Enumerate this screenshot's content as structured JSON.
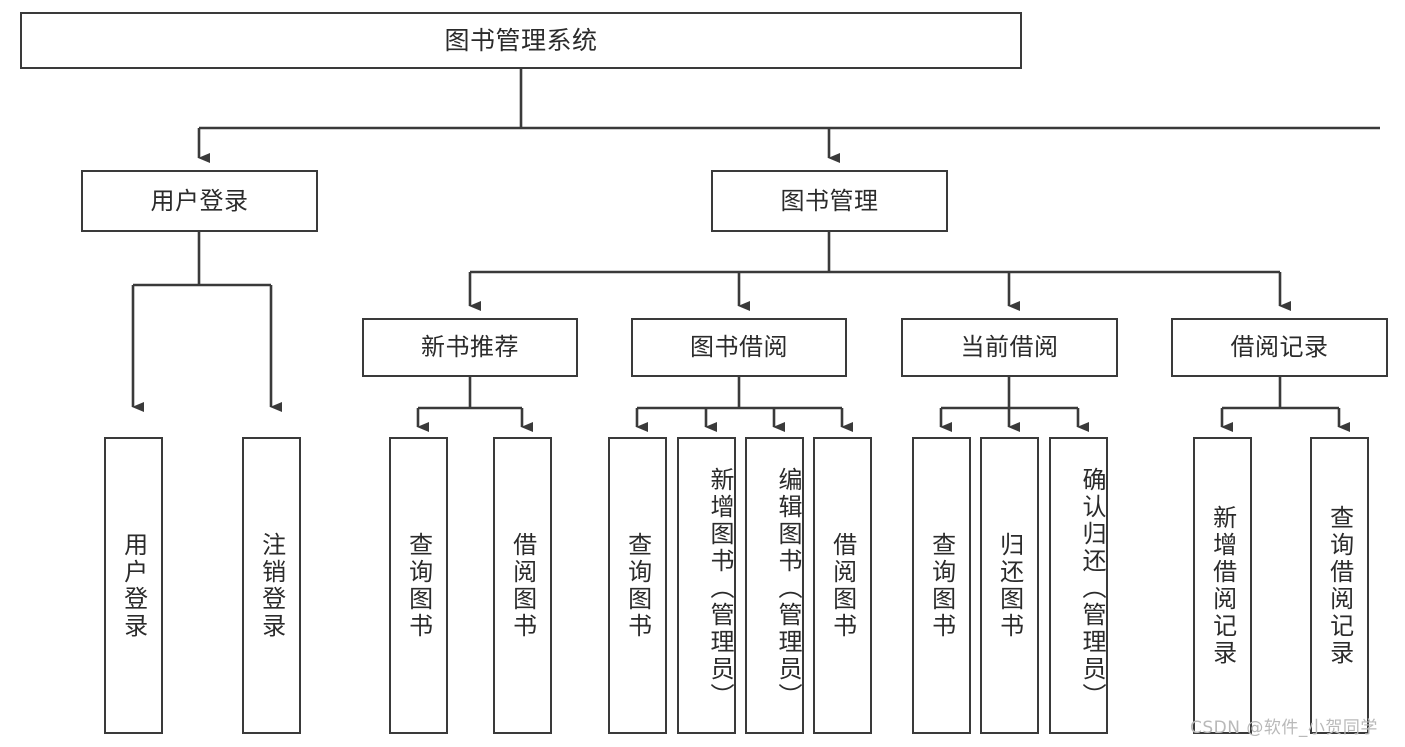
{
  "diagram": {
    "title": "图书管理系统",
    "type": "tree-hierarchy",
    "levels": 4,
    "root": {
      "label": "图书管理系统"
    },
    "level2": [
      {
        "label": "用户登录"
      },
      {
        "label": "图书管理"
      }
    ],
    "level3": [
      {
        "label": "新书推荐"
      },
      {
        "label": "图书借阅"
      },
      {
        "label": "当前借阅"
      },
      {
        "label": "借阅记录"
      }
    ],
    "leaves": {
      "user_login": [
        {
          "label": "用户登录"
        },
        {
          "label": "注销登录"
        }
      ],
      "new_book_recommend": [
        {
          "label": "查询图书"
        },
        {
          "label": "借阅图书"
        }
      ],
      "book_borrow": [
        {
          "label": "查询图书"
        },
        {
          "label": "新增图书（管理员）"
        },
        {
          "label": "编辑图书（管理员）"
        },
        {
          "label": "借阅图书"
        }
      ],
      "current_borrow": [
        {
          "label": "查询图书"
        },
        {
          "label": "归还图书"
        },
        {
          "label": "确认归还（管理员）"
        }
      ],
      "borrow_record": [
        {
          "label": "新增借阅记录"
        },
        {
          "label": "查询借阅记录"
        }
      ]
    }
  },
  "watermark": {
    "text": "CSDN @软件_小贺同学"
  },
  "colors": {
    "background": "#ffffff",
    "box_border": "#3a3a3a",
    "box_fill": "#ffffff",
    "text": "#2b2b2b",
    "connector": "#3a3a3a",
    "watermark": "#b9b9b9"
  }
}
